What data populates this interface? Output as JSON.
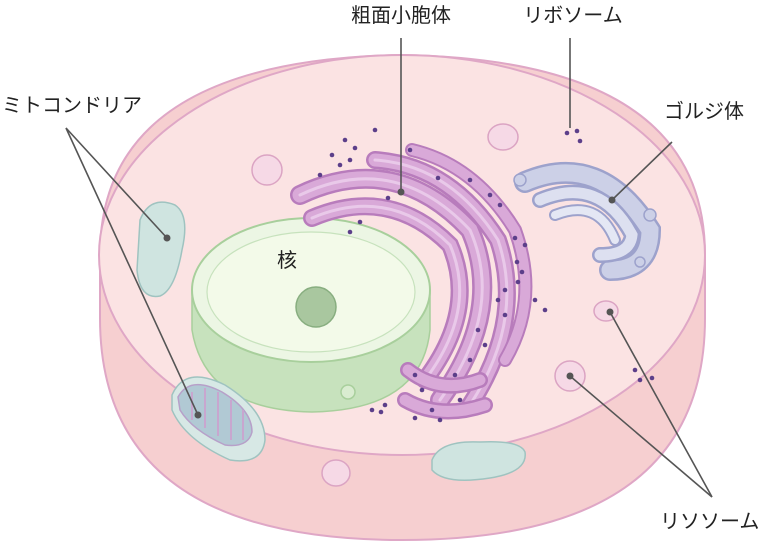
{
  "labels": {
    "rer": "粗面小胞体",
    "ribosome": "リボソーム",
    "mitochondria": "ミトコンドリア",
    "golgi": "ゴルジ体",
    "nucleus": "核",
    "lysosome": "リソソーム"
  },
  "colors": {
    "cytoplasm": "#fbe3e3",
    "cell_edge": "#dfa7c6",
    "nucleus_fill": "#e3f1d8",
    "nucleus_edge": "#a8cf9c",
    "nucleolus": "#a9c79f",
    "rer_fill": "#d7a4d6",
    "rer_edge": "#b87cbc",
    "golgi_fill": "#ccd0e7",
    "golgi_edge": "#9da2cc",
    "mito_fill": "#cfe4e0",
    "mito_inner": "#b1c9d4",
    "lysosome": "#f6d9e6",
    "ribosome_dot": "#5c3f8a"
  }
}
